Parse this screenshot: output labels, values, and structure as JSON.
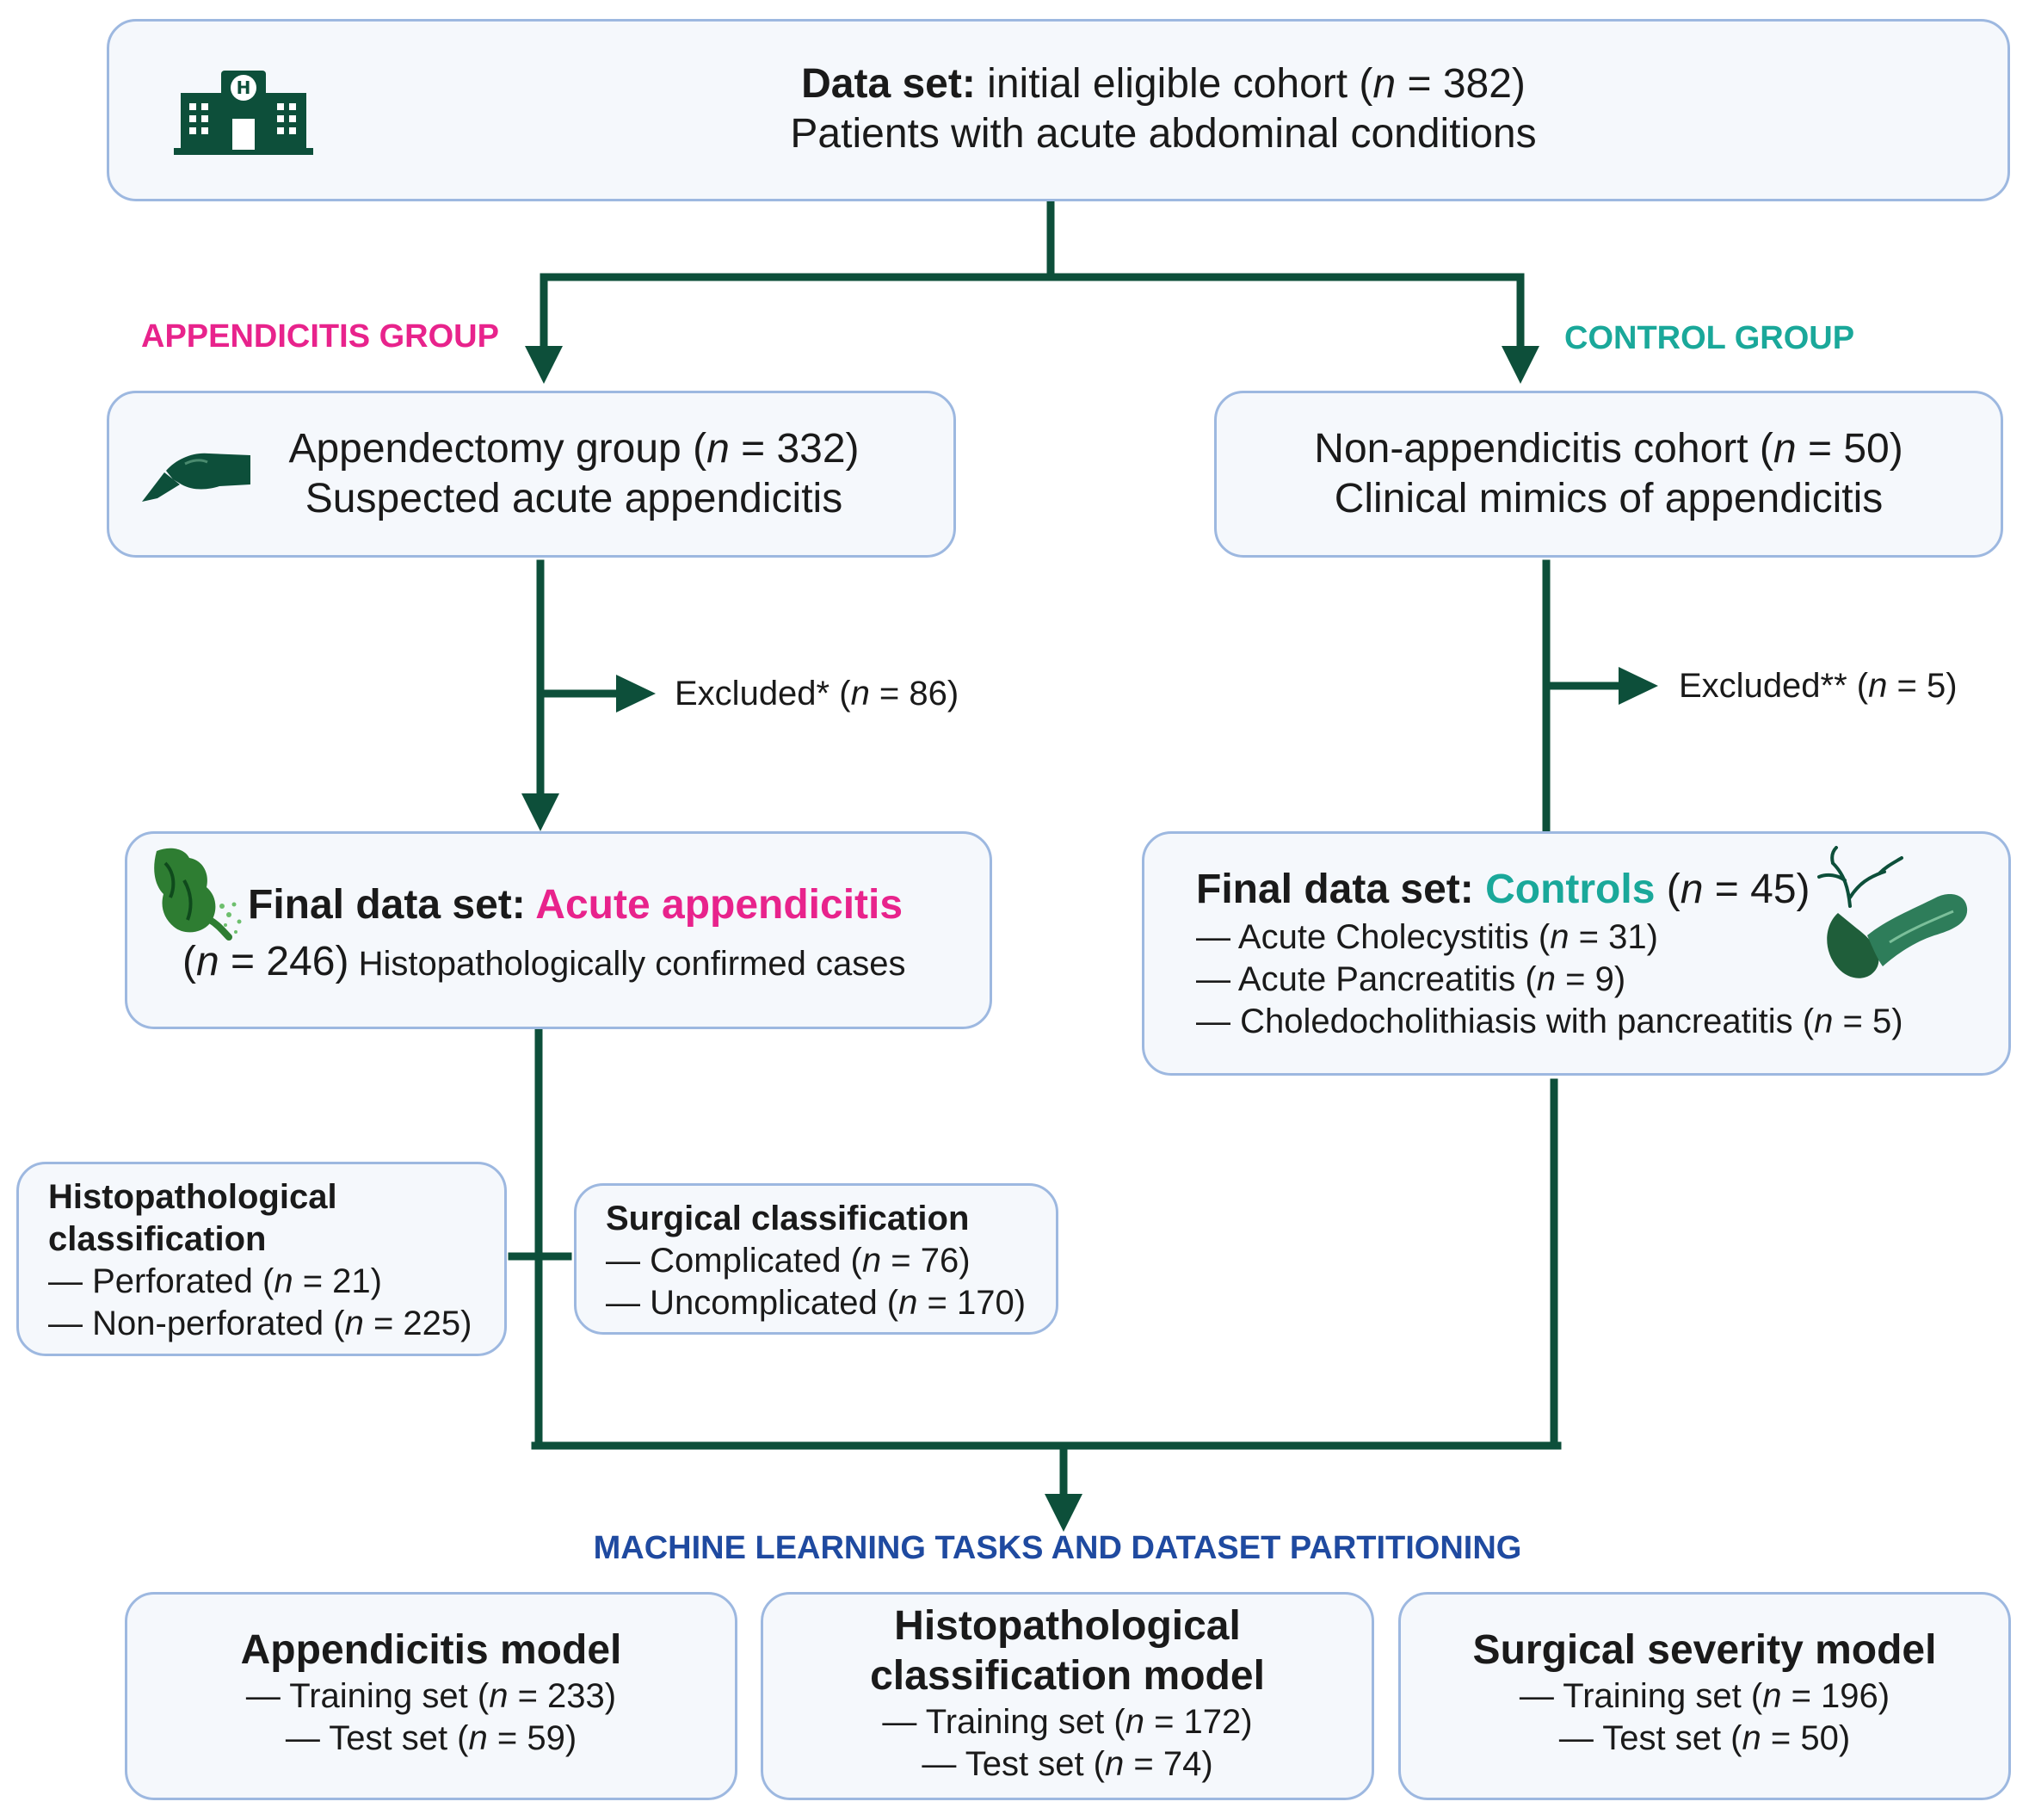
{
  "top": {
    "label_bold": "Data set:",
    "label_rest_pre": " initial eligible cohort (",
    "label_n": "n",
    "label_rest_post": " = 382)",
    "line2": "Patients with acute abdominal conditions"
  },
  "appendicitis_group_label": "APPENDICITIS GROUP",
  "control_group_label": "CONTROL GROUP",
  "appendectomy": {
    "line1_pre": "Appendectomy group (",
    "n": "n",
    "line1_post": " = 332)",
    "line2": "Suspected acute appendicitis"
  },
  "non_appendicitis": {
    "line1_pre": "Non-appendicitis cohort (",
    "n": "n",
    "line1_post": " = 50)",
    "line2": "Clinical mimics of appendicitis"
  },
  "excluded_left": {
    "pre": "Excluded* (",
    "n": "n",
    "post": " = 86)"
  },
  "excluded_right": {
    "pre": "Excluded** (",
    "n": "n",
    "post": " = 5)"
  },
  "final_appendicitis": {
    "title_bold": "Final data set: ",
    "title_colored": "Acute appendicitis",
    "line2_pre": "(",
    "n": "n",
    "line2_mid": " = 246)",
    "line2_post": " Histopathologically confirmed cases"
  },
  "final_controls": {
    "title_bold": "Final data set: ",
    "title_colored": "Controls",
    "title_pre": " (",
    "n": "n",
    "title_post": " = 45)",
    "items": [
      {
        "pre": "— Acute Cholecystitis (",
        "n": "n",
        "post": " = 31)"
      },
      {
        "pre": "— Acute Pancreatitis (",
        "n": "n",
        "post": " = 9)"
      },
      {
        "pre": "— Choledocholithiasis with pancreatitis (",
        "n": "n",
        "post": " = 5)"
      }
    ]
  },
  "histo_class": {
    "title_line1": "Histopathological",
    "title_line2": "classification",
    "items": [
      {
        "pre": "— Perforated (",
        "n": "n",
        "post": " = 21)"
      },
      {
        "pre": "— Non-perforated (",
        "n": "n",
        "post": " = 225)"
      }
    ]
  },
  "surgical_class": {
    "title": "Surgical classification",
    "items": [
      {
        "pre": "— Complicated (",
        "n": "n",
        "post": " = 76)"
      },
      {
        "pre": "— Uncomplicated (",
        "n": "n",
        "post": " = 170)"
      }
    ]
  },
  "ml_label": "MACHINE LEARNING TASKS AND DATASET PARTITIONING",
  "models": [
    {
      "title_lines": [
        "Appendicitis  model"
      ],
      "items": [
        {
          "pre": "— Training set (",
          "n": "n",
          "post": " = 233)"
        },
        {
          "pre": "— Test set (",
          "n": "n",
          "post": " = 59)"
        }
      ]
    },
    {
      "title_lines": [
        "Histopathological",
        "classification model"
      ],
      "items": [
        {
          "pre": "— Training set (",
          "n": "n",
          "post": " = 172)"
        },
        {
          "pre": "— Test set (",
          "n": "n",
          "post": " = 74)"
        }
      ]
    },
    {
      "title_lines": [
        "Surgical severity model"
      ],
      "items": [
        {
          "pre": "— Training set (",
          "n": "n",
          "post": " = 196)"
        },
        {
          "pre": "— Test set (",
          "n": "n",
          "post": " = 50)"
        }
      ]
    }
  ],
  "colors": {
    "connector": "#0d4f3a",
    "box_border": "#9db8e0",
    "box_fill": "#f5f8fc",
    "appendicitis_accent": "#e8238c",
    "control_accent": "#1aa89a",
    "ml_label": "#1f4aa0",
    "icon_green": "#0d4f3a"
  },
  "icons": [
    "hospital-icon",
    "scalpel-hand-icon",
    "appendix-icon",
    "pancreas-gallbladder-icon"
  ]
}
